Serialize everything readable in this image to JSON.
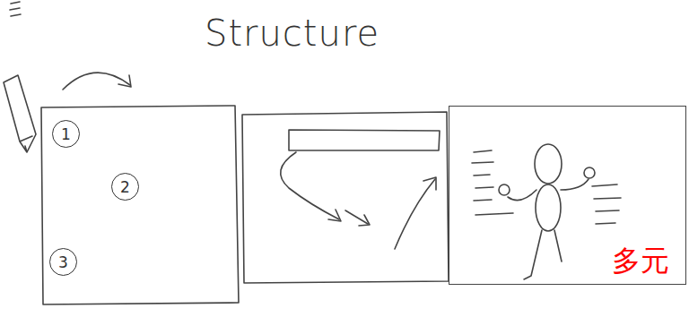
{
  "diagram": {
    "title": "Structure",
    "nodes": [
      {
        "text": [
          "1"
        ]
      },
      {
        "text": [
          "2"
        ]
      },
      {
        "text": [
          "3"
        ]
      },
      {
        "text": [
          "多元"
        ]
      }
    ]
  }
}
